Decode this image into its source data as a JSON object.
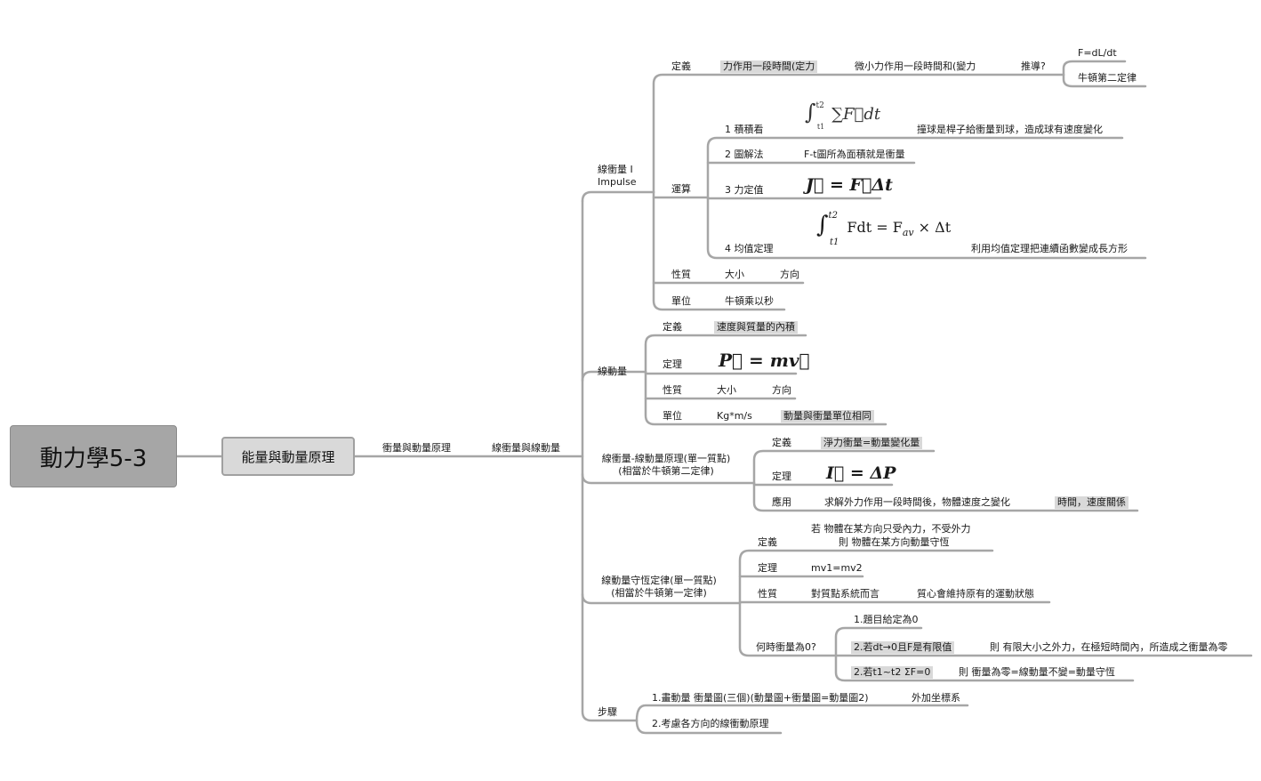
{
  "root": "動力學5-3",
  "main": "能量與動量原理",
  "l2": "衝量與動量原理",
  "l3": "線衝量與線動量",
  "impulse": {
    "label_1": "線衝量 I",
    "label_2": "Impulse",
    "def": {
      "k": "定義",
      "v": "力作用一段時間(定力",
      "v2": "微小力作用一段時間和(變力",
      "v3": "推導?",
      "r1": "F=dL/dt",
      "r2": "牛頓第二定律"
    },
    "calc": {
      "k": "運算",
      "i1": "1  積積看",
      "i1_note": "撞球是桿子給衝量到球，造成球有速度變化",
      "i2": "2  圖解法",
      "i2_note": "F-t圖所為面積就是衝量",
      "i3": "3  力定值",
      "i4": "4  均值定理",
      "i4_note": "利用均值定理把連續函數變成長方形"
    },
    "nature": {
      "k": "性質",
      "a": "大小",
      "b": "方向"
    },
    "unit": {
      "k": "單位",
      "v": "牛頓乘以秒"
    }
  },
  "momentum": {
    "label": "線動量",
    "def": {
      "k": "定義",
      "v": "速度與質量的內積"
    },
    "law": {
      "k": "定理"
    },
    "nature": {
      "k": "性質",
      "a": "大小",
      "b": "方向"
    },
    "unit": {
      "k": "單位",
      "v": "Kg*m/s",
      "note": "動量與衝量單位相同"
    }
  },
  "principle": {
    "label_1": "線衝量-線動量原理(單一質點)",
    "label_2": "(相當於牛頓第二定律)",
    "def": {
      "k": "定義",
      "v": "淨力衝量=動量變化量"
    },
    "law": {
      "k": "定理"
    },
    "app": {
      "k": "應用",
      "v": "求解外力作用一段時間後，物體速度之變化",
      "note": "時間，速度關係"
    }
  },
  "conservation": {
    "label_1": "線動量守恆定律(單一質點)",
    "label_2": "(相當於牛頓第一定律)",
    "def": {
      "k": "定義",
      "v1": "若 物體在某方向只受內力，不受外力",
      "v2": "則 物體在某方向動量守恆"
    },
    "law": {
      "k": "定理",
      "v": "mv1=mv2"
    },
    "nature": {
      "k": "性質",
      "v": "對質點系統而言",
      "v2": "質心會維持原有的運動狀態"
    },
    "when": {
      "k": "何時衝量為0?",
      "c1": "1.題目給定為0",
      "c2": "2.若dt→0且F是有限值",
      "c2_note": "則 有限大小之外力，在極短時間內，所造成之衝量為零",
      "c3": "2.若t1~t2 ΣF=0",
      "c3_note": "則 衝量為零=線動量不變=動量守恆"
    }
  },
  "steps": {
    "k": "步驟",
    "s1": "1.畫動量 衝量圖(三個)(動量圖+衝量圖=動量圖2)",
    "s1_note": "外加坐標系",
    "s2": "2.考慮各方向的線衝動原理"
  },
  "formulas": {
    "f1_upper": "t",
    "f1_upper_sub": "2",
    "f1_lower": "t",
    "f1_lower_sub": "1",
    "f1_body": "∑F⃗dt",
    "f3": "J⃗ = F⃗Δt",
    "f4_upper": "t",
    "f4_upper_sub": "2",
    "f4_lower": "t",
    "f4_lower_sub": "1",
    "f4_body": "Fdt = F",
    "f4_sub": "av",
    "f4_tail": " × Δt",
    "m_law": "P⃗ = mv⃗",
    "p_law": "I⃗ = ΔP"
  },
  "colors": {
    "line": "#a6a6a6",
    "root_bg": "#a6a6a6",
    "main_bg": "#d9d9d9",
    "highlight": "#d9d9d9"
  }
}
